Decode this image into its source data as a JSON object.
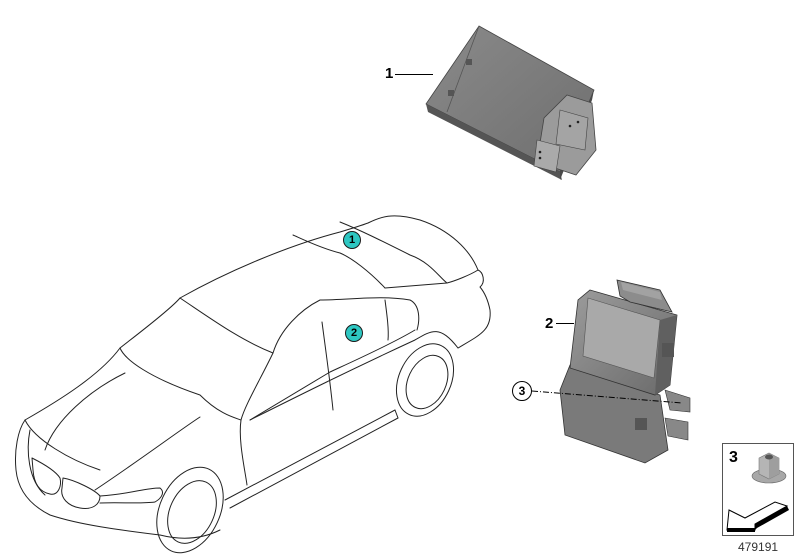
{
  "diagram": {
    "image_number": "479191",
    "accent_color": "#2ec7c2",
    "callouts": [
      {
        "label": "1",
        "part": "control-unit-top"
      },
      {
        "label": "2",
        "part": "control-unit-with-bracket"
      },
      {
        "label": "3",
        "part": "hex-collar-nut"
      }
    ],
    "vehicle_markers": [
      {
        "label": "1",
        "location": "roof-rear"
      },
      {
        "label": "2",
        "location": "rear-side-window"
      }
    ],
    "legend": {
      "nut_label": "3",
      "arrow_icon": "installation-direction-arrow"
    }
  }
}
